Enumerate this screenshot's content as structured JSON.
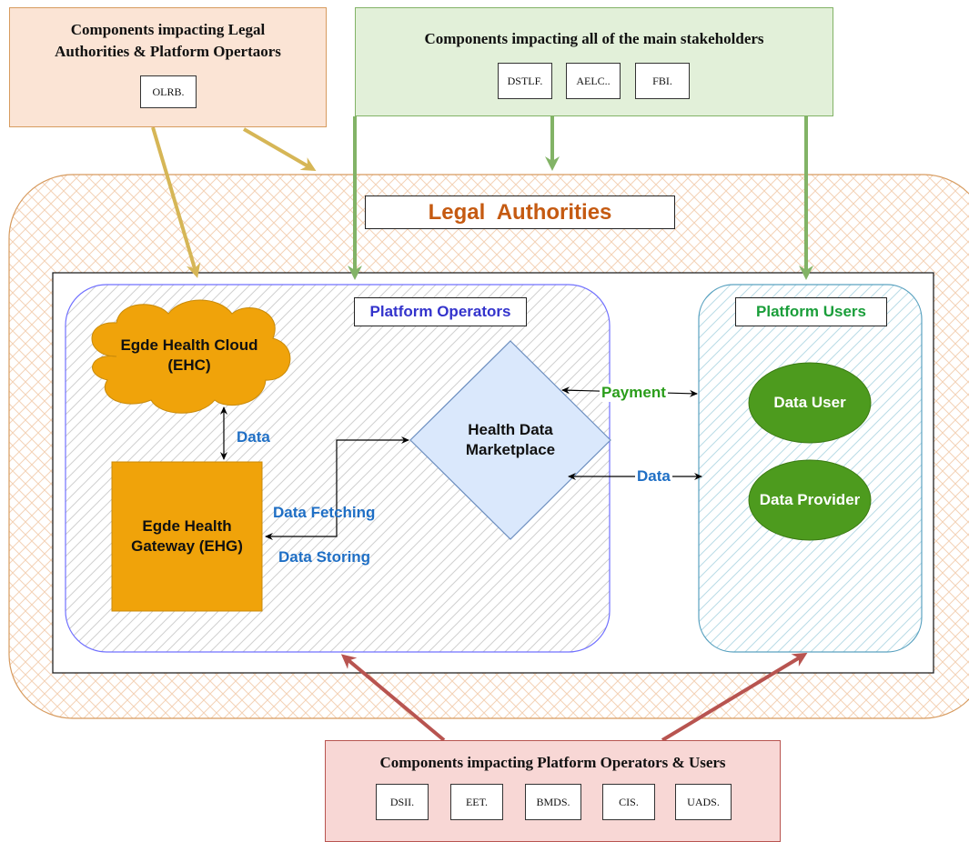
{
  "top_left": {
    "title_line1": "Components  impacting Legal",
    "title_line2": "Authorities & Platform Opertaors",
    "tags": [
      "OLRB."
    ],
    "color": "#fbe4d5"
  },
  "top_center": {
    "title": "Components  impacting all of the main stakeholders",
    "tags": [
      "DSTLF.",
      "AELC..",
      "FBI."
    ],
    "color": "#e2f0d9"
  },
  "bottom": {
    "title": "Components  impacting Platform Operators & Users",
    "tags": [
      "DSII.",
      "EET.",
      "BMDS.",
      "CIS.",
      "UADS."
    ],
    "color": "#f8d7d5"
  },
  "legal_authorities": {
    "label": "Legal  Authorities",
    "color": "#c55a11"
  },
  "platform_operators": {
    "label": "Platform Operators",
    "color": "#3333cc",
    "cloud": {
      "line1": "Egde Health Cloud",
      "line2": "(EHC)",
      "color": "#f0a30a"
    },
    "gateway": {
      "line1": "Egde Health",
      "line2": "Gateway (EHG)",
      "color": "#f0a30a"
    },
    "marketplace": {
      "line1": "Health Data",
      "line2": "Marketplace",
      "color": "#dae8fc"
    }
  },
  "platform_users": {
    "label": "Platform Users",
    "color": "#1a9e3a",
    "data_user": "Data User",
    "data_provider": "Data Provider",
    "ellipse_color": "#4d9b1e"
  },
  "edges": {
    "data_vertical": "Data",
    "data_fetching": "Data Fetching",
    "data_storing": "Data Storing",
    "payment": "Payment",
    "data_horizontal": "Data"
  },
  "colors": {
    "blue_label": "#1f6fc5",
    "green_label": "#2a9d1a",
    "arrow_gold": "#d6b656",
    "arrow_green": "#82b366",
    "arrow_red": "#b85450"
  }
}
